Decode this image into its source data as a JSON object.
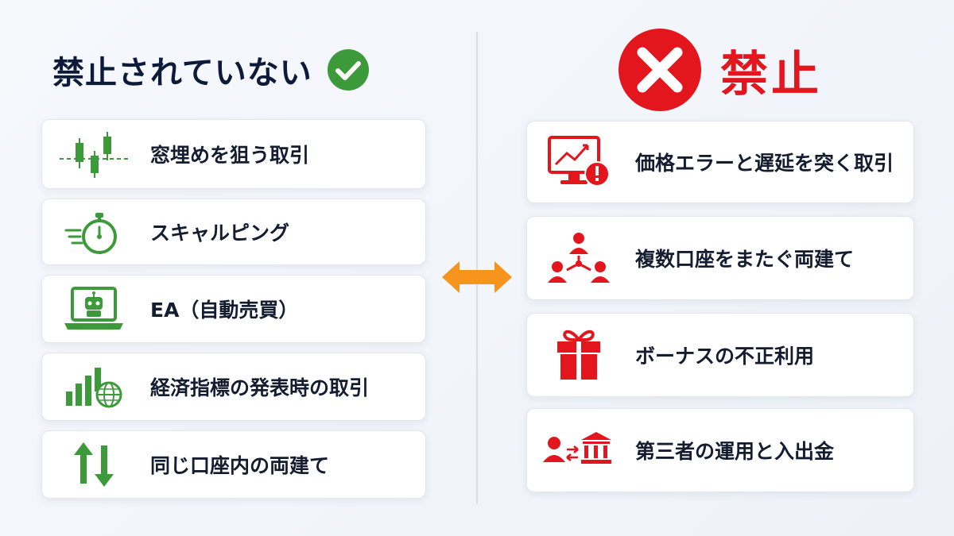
{
  "allowed": {
    "title": "禁止されていない",
    "items": [
      {
        "label": "窓埋めを狙う取引",
        "icon": "candlestick-chart-icon"
      },
      {
        "label": "スキャルピング",
        "icon": "stopwatch-icon"
      },
      {
        "label": "EA（自動売買）",
        "icon": "robot-laptop-icon"
      },
      {
        "label": "経済指標の発表時の取引",
        "icon": "bar-chart-globe-icon"
      },
      {
        "label": "同じ口座内の両建て",
        "icon": "up-down-arrows-icon"
      }
    ]
  },
  "prohibited": {
    "title": "禁止",
    "items": [
      {
        "label": "価格エラーと遅延を突く取引",
        "icon": "monitor-alert-icon"
      },
      {
        "label": "複数口座をまたぐ両建て",
        "icon": "user-network-icon"
      },
      {
        "label": "ボーナスの不正利用",
        "icon": "gift-box-icon"
      },
      {
        "label": "第三者の運用と入出金",
        "icon": "user-bank-transfer-icon"
      }
    ]
  },
  "colors": {
    "allowed_accent": "#3d9a3a",
    "prohibited_accent": "#e3161e",
    "arrow": "#f7941d",
    "title_dark": "#0e1a3a"
  }
}
